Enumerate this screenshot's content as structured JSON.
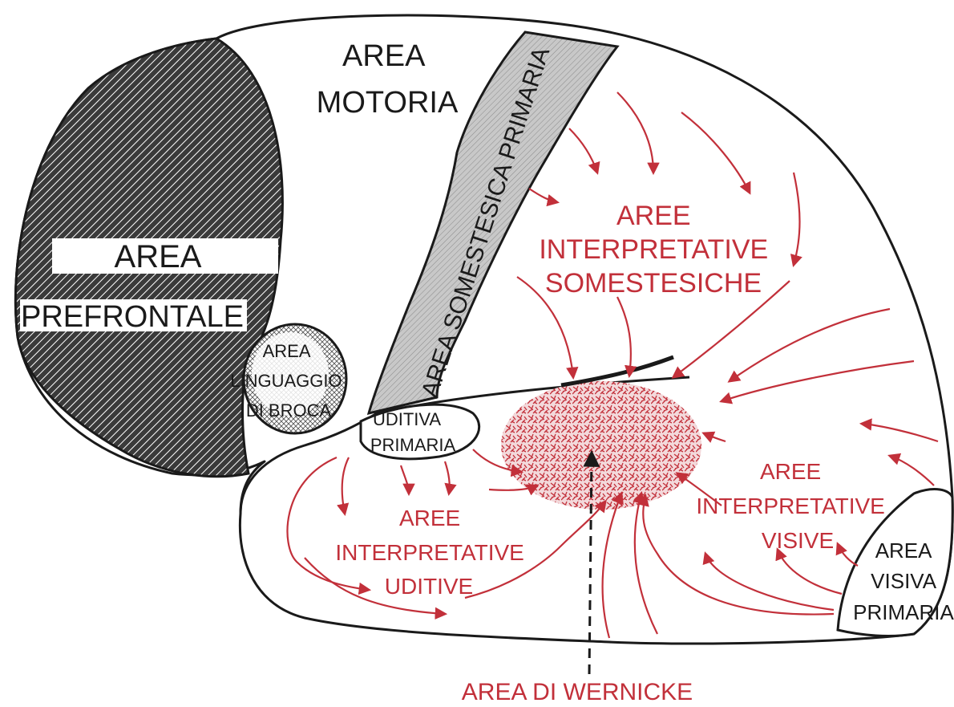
{
  "diagram": {
    "labels": {
      "area_motoria": [
        "AREA",
        "MOTORIA"
      ],
      "area_prefrontale": [
        "AREA",
        "PREFRONTALE"
      ],
      "area_broca": [
        "AREA",
        "LINGUAGGIO",
        "DI BROCA"
      ],
      "area_somestesica": "AREA SOMESTESICA PRIMARIA",
      "area_uditiva": [
        "UDITIVA",
        "PRIMARIA"
      ],
      "aree_somestesiche": [
        "AREE",
        "INTERPRETATIVE",
        "SOMESTESICHE"
      ],
      "aree_uditive": [
        "AREE",
        "INTERPRETATIVE",
        "UDITIVE"
      ],
      "aree_visive": [
        "AREE",
        "INTERPRETATIVE",
        "VISIVE"
      ],
      "area_visiva": [
        "AREA",
        "VISIVA",
        "PRIMARIA"
      ],
      "area_wernicke": "AREA DI WERNICKE"
    },
    "colors": {
      "outline": "#1a1a1a",
      "accent_red": "#c2303a",
      "somestesica_fill": "#c8c8c8",
      "prefrontale_fill": "#3a3a3a"
    }
  }
}
